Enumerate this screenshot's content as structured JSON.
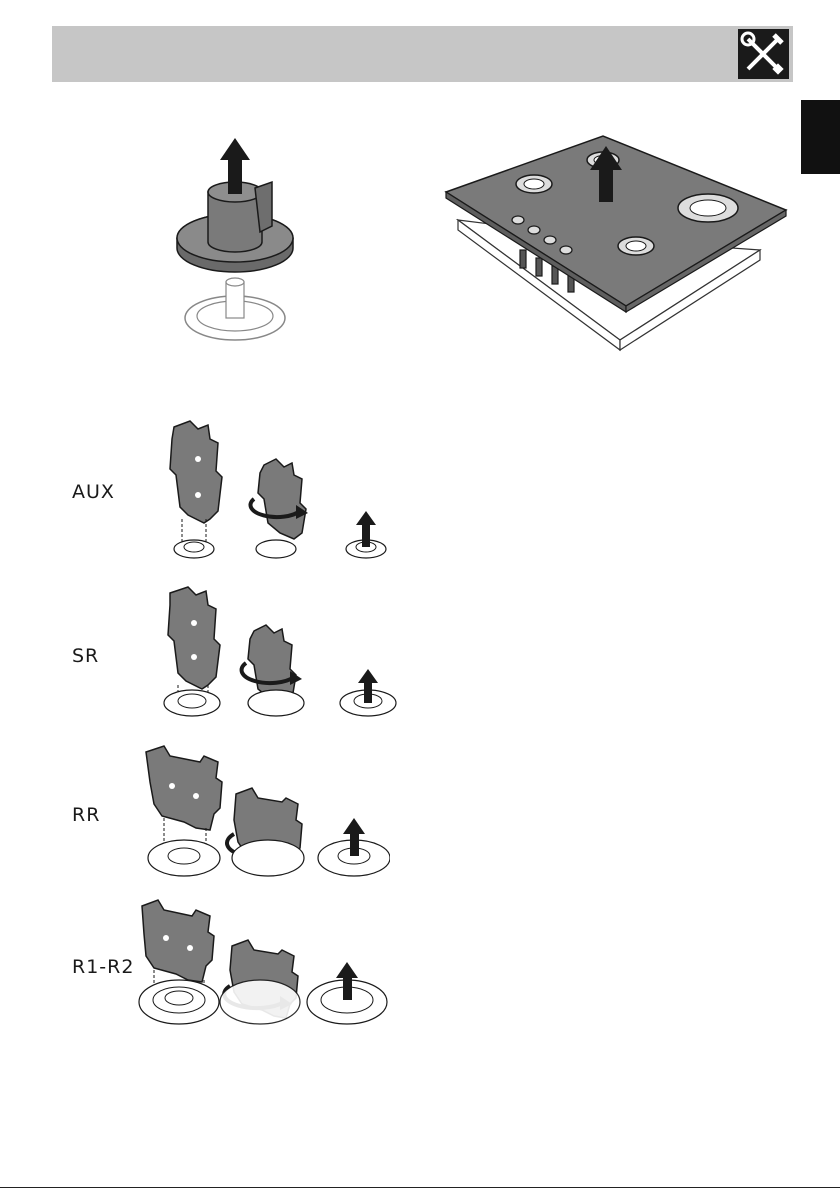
{
  "header": {
    "icon": "tools-icon"
  },
  "side_tab": {
    "color": "#111111"
  },
  "colors": {
    "plate": "#7a7a7a",
    "outline": "#1a1a1a",
    "header_bg": "#c6c6c6"
  },
  "burners": [
    {
      "label": "AUX"
    },
    {
      "label": "SR"
    },
    {
      "label": "RR"
    },
    {
      "label": "R1-R2"
    }
  ]
}
